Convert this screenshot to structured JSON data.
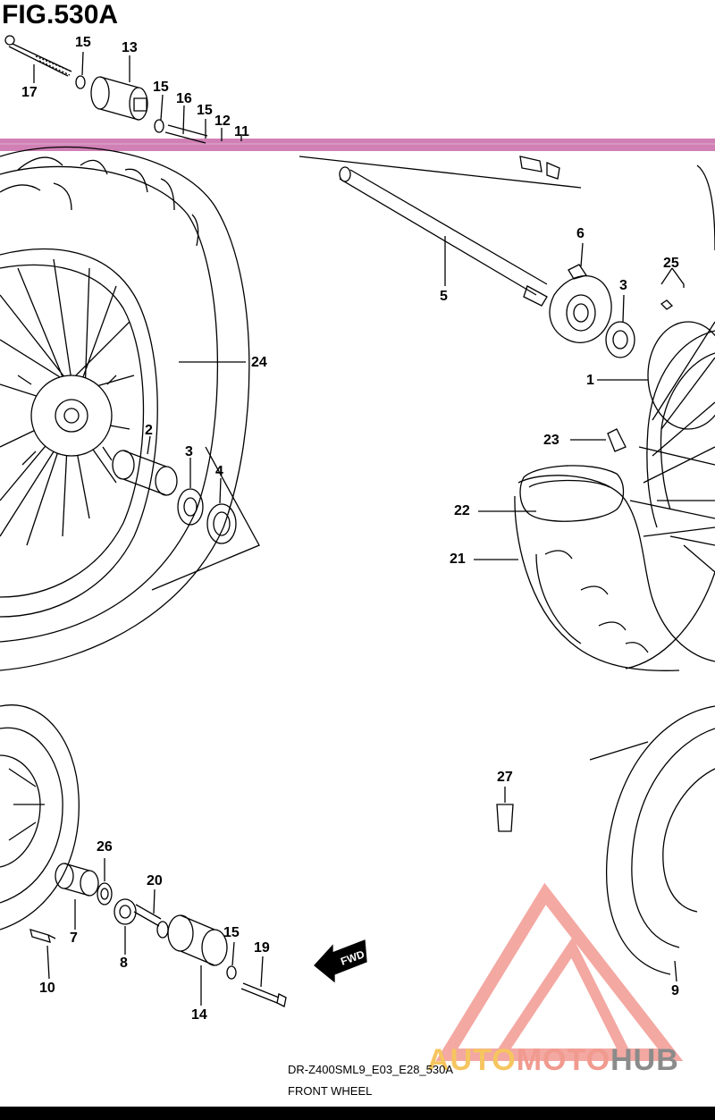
{
  "figure": {
    "title": "FIG.530A",
    "code": "DR-Z400SML9_E03_E28_530A",
    "name": "FRONT WHEEL",
    "fwd_label": "FWD"
  },
  "brand": {
    "part1": "AUTO",
    "part2": "MOTO",
    "part3": "HUB",
    "colors": {
      "logo_red": "#f08c84",
      "auto": "#f6c560",
      "hub": "#8b8b8b"
    }
  },
  "callouts": {
    "c1": "1",
    "c2": "2",
    "c3a": "3",
    "c3b": "3",
    "c4": "4",
    "c5": "5",
    "c6": "6",
    "c7": "7",
    "c8": "8",
    "c9": "9",
    "c10": "10",
    "c11": "11",
    "c12": "12",
    "c13": "13",
    "c14": "14",
    "c15a": "15",
    "c15b": "15",
    "c15c": "15",
    "c15d": "15",
    "c16": "16",
    "c17": "17",
    "c19": "19",
    "c20": "20",
    "c21": "21",
    "c22": "22",
    "c23": "23",
    "c24": "24",
    "c25": "25",
    "c26": "26",
    "c27": "27"
  }
}
